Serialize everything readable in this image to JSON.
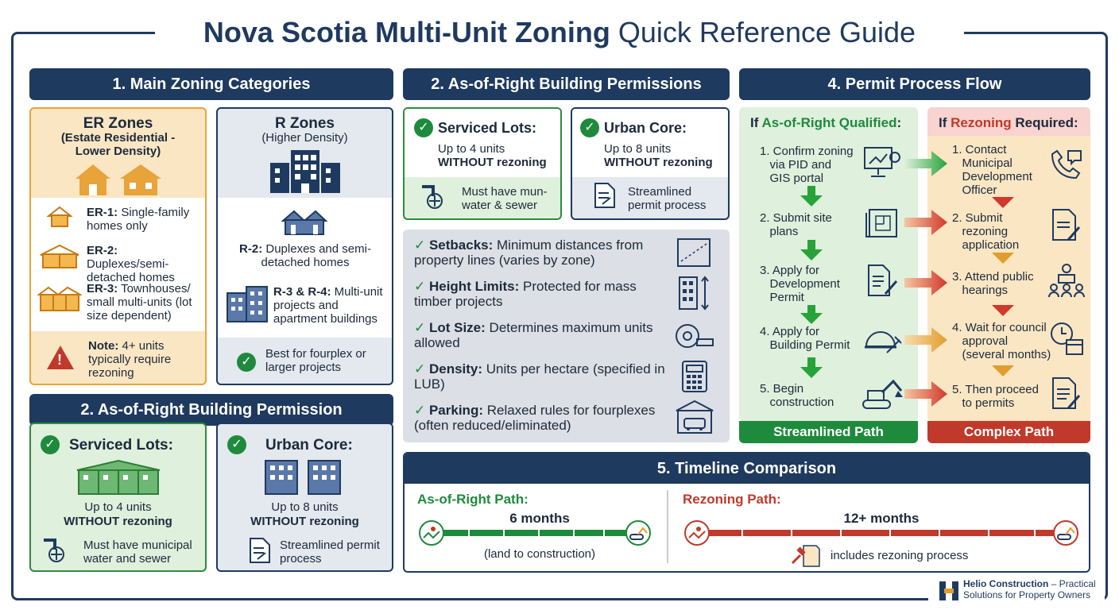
{
  "title": {
    "bold": "Nova Scotia Multi-Unit Zoning",
    "rest": " Quick Reference Guide"
  },
  "sec1": {
    "header": "1. Main Zoning Categories",
    "er": {
      "title": "ER Zones",
      "subtitle": "(Estate Residential -\nLower Density)",
      "items": [
        {
          "code": "ER-1:",
          "text": " Single-family homes only"
        },
        {
          "code": "ER-2:",
          "text": " Duplexes/semi-detached homes"
        },
        {
          "code": "ER-3:",
          "text": " Townhouses/ small multi-units (lot size dependent)"
        }
      ],
      "note_bold": "Note:",
      "note_text": " 4+ units typically require rezoning"
    },
    "r": {
      "title": "R Zones",
      "subtitle": "(Higher Density)",
      "items": [
        {
          "code": "R-2:",
          "text": " Duplexes and semi-detached homes"
        },
        {
          "code": "R-3 & R-4:",
          "text": " Multi-unit projects and apartment buildings"
        }
      ],
      "best": "Best for fourplex or larger projects"
    }
  },
  "sec2a": {
    "header": "2. As-of-Right Building Permission",
    "serviced": {
      "title": "Serviced Lots:",
      "line1": "Up to 4 units",
      "line2": "WITHOUT rezoning",
      "note": "Must have municipal water and sewer"
    },
    "urban": {
      "title": "Urban Core:",
      "line1": "Up to 8 units",
      "line2": "WITHOUT rezoning",
      "note": "Streamlined permit process"
    }
  },
  "sec2b": {
    "header": "2. As-of-Right Building Permissions",
    "serviced": {
      "title": "Serviced Lots:",
      "line1": "Up to 4 units",
      "line2": "WITHOUT rezoning",
      "note": "Must have mun-\nwater & sewer"
    },
    "urban": {
      "title": "Urban Core:",
      "line1": "Up to 8 units",
      "line2": "WITHOUT rezoning",
      "note": "Streamlined\npermit process"
    },
    "rules": [
      {
        "label": "Setbacks:",
        "text": " Minimum distances from property lines (varies by zone)"
      },
      {
        "label": "Height Limits:",
        "text": " Protected for mass timber projects"
      },
      {
        "label": "Lot Size:",
        "text": " Determines maximum units allowed"
      },
      {
        "label": "Density:",
        "text": " Units per hectare (specified in LUB)"
      },
      {
        "label": "Parking:",
        "text": " Relaxed rules for fourplexes (often reduced/eliminated)"
      }
    ]
  },
  "sec4": {
    "header": "4. Permit Process Flow",
    "left_head_pre": "If ",
    "left_head_hl": "As-of-Right Qualified",
    "left_head_post": ":",
    "right_head_pre": "If ",
    "right_head_hl": "Rezoning",
    "right_head_post": " Required:",
    "left_steps": [
      "1. Confirm zoning\n   via PID and\n   GIS portal",
      "2. Submit site\n   plans",
      "3. Apply for\n   Development\n   Permit",
      "4. Apply for\n   Building Permit",
      "5. Begin\n   construction"
    ],
    "right_steps": [
      "1. Contact\n   Municipal\n   Development\n   Officer",
      "2. Submit\n   rezoning\n   application",
      "3. Attend public\n   hearings",
      "4. Wait for council\n   approval\n   (several months)",
      "5. Then proceed\n   to permits"
    ],
    "left_footer": "Streamlined Path",
    "right_footer": "Complex Path"
  },
  "sec5": {
    "header": "5. Timeline Comparison",
    "left_title": "As-of-Right Path:",
    "left_dur": "6 months",
    "left_sub": "(land to construction)",
    "right_title": "Rezoning Path:",
    "right_dur": "12+ months",
    "right_sub": "includes rezoning process"
  },
  "footer": {
    "brand": "Helio Construction",
    "tag": " – Practical\nSolutions for Property Owners"
  },
  "colors": {
    "navy": "#1f3a5f",
    "green": "#1e8a3c",
    "red": "#c0392b",
    "orange": "#e8a33a"
  }
}
